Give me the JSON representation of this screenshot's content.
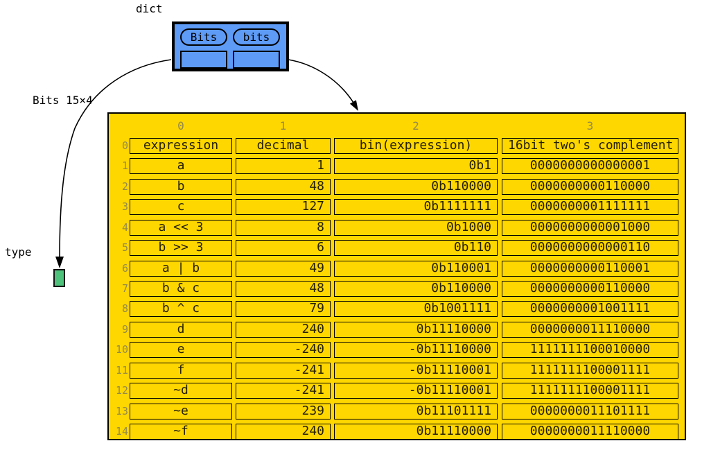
{
  "labels": {
    "dict_var": "dict",
    "bits_dims": "Bits 15×4",
    "type_var": "type"
  },
  "dict_box": {
    "keys": [
      "Bits",
      "bits"
    ]
  },
  "table": {
    "column_headers": [
      "0",
      "1",
      "2",
      "3"
    ],
    "rows": [
      {
        "index": "0",
        "cells": [
          "expression",
          "decimal",
          "bin(expression)",
          "16bit two's complement"
        ]
      },
      {
        "index": "1",
        "cells": [
          "a",
          "1",
          "0b1",
          "0000000000000001"
        ]
      },
      {
        "index": "2",
        "cells": [
          "b",
          "48",
          "0b110000",
          "0000000000110000"
        ]
      },
      {
        "index": "3",
        "cells": [
          "c",
          "127",
          "0b1111111",
          "0000000001111111"
        ]
      },
      {
        "index": "4",
        "cells": [
          "a << 3",
          "8",
          "0b1000",
          "0000000000001000"
        ]
      },
      {
        "index": "5",
        "cells": [
          "b >> 3",
          "6",
          "0b110",
          "0000000000000110"
        ]
      },
      {
        "index": "6",
        "cells": [
          "a | b",
          "49",
          "0b110001",
          "0000000000110001"
        ]
      },
      {
        "index": "7",
        "cells": [
          "b & c",
          "48",
          "0b110000",
          "0000000000110000"
        ]
      },
      {
        "index": "8",
        "cells": [
          "b ^ c",
          "79",
          "0b1001111",
          "0000000001001111"
        ]
      },
      {
        "index": "9",
        "cells": [
          "d",
          "240",
          "0b11110000",
          "0000000011110000"
        ]
      },
      {
        "index": "10",
        "cells": [
          "e",
          "-240",
          "-0b11110000",
          "1111111100010000"
        ]
      },
      {
        "index": "11",
        "cells": [
          "f",
          "-241",
          "-0b11110001",
          "1111111100001111"
        ]
      },
      {
        "index": "12",
        "cells": [
          "~d",
          "-241",
          "-0b11110001",
          "1111111100001111"
        ]
      },
      {
        "index": "13",
        "cells": [
          "~e",
          "239",
          "0b11101111",
          "0000000011101111"
        ]
      },
      {
        "index": "14",
        "cells": [
          "~f",
          "240",
          "0b11110000",
          "0000000011110000"
        ]
      }
    ]
  },
  "colors": {
    "table_fill": "#FFD700",
    "dict_fill": "#5D9BF6",
    "type_fill": "#4EC17B",
    "index_text": "#93894A",
    "cell_text": "#252000",
    "arrow": "#000000"
  }
}
